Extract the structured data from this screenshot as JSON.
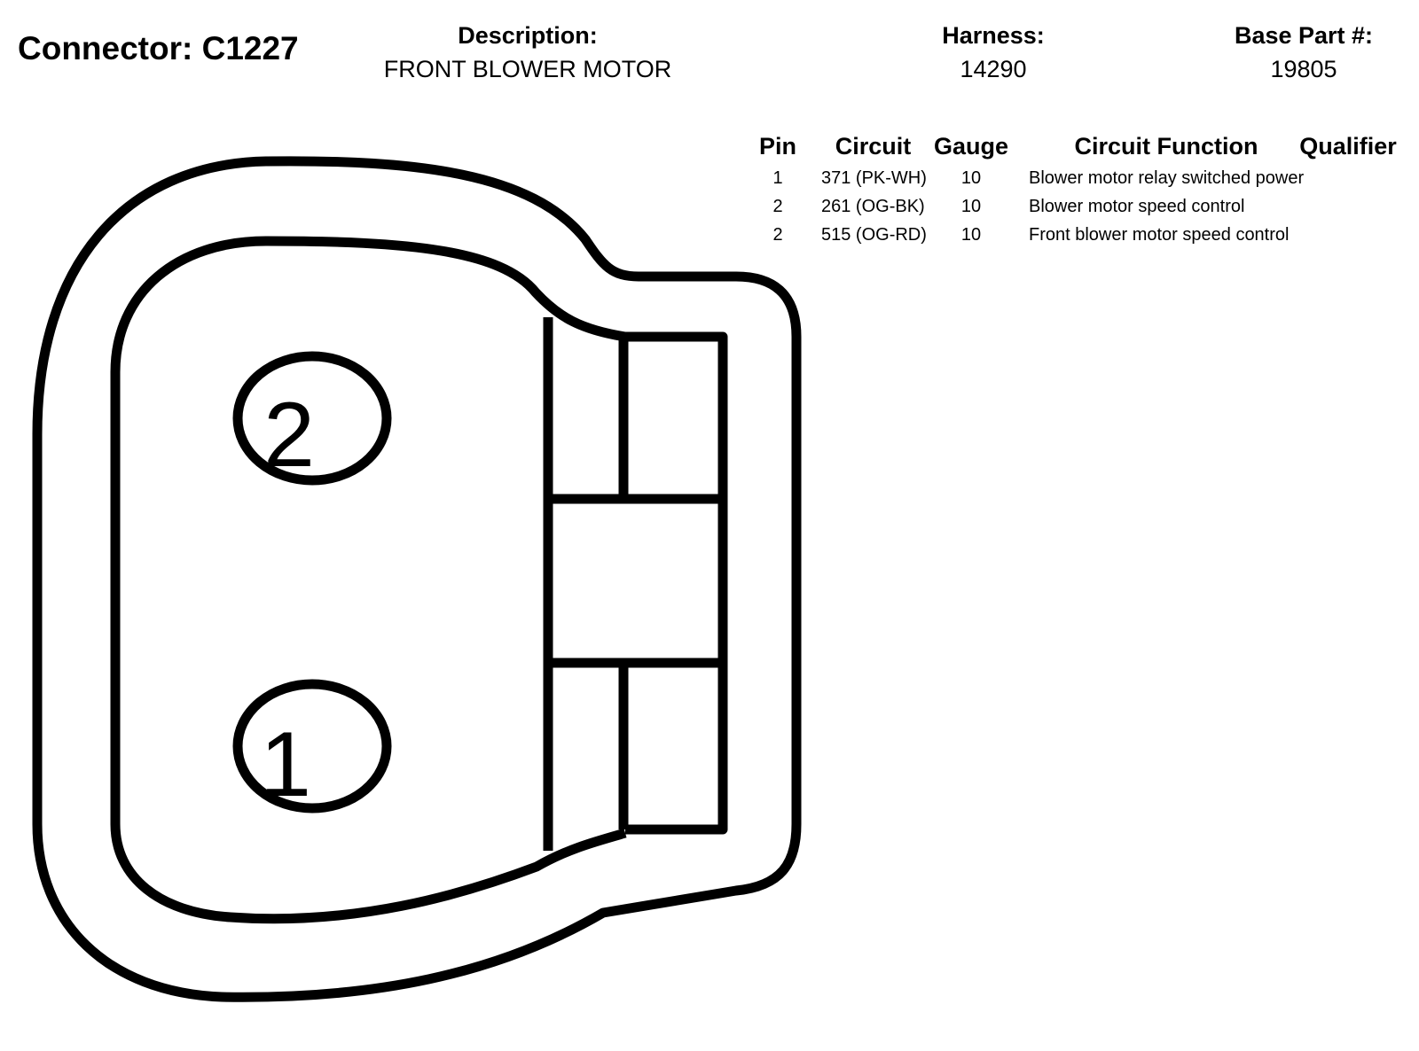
{
  "header": {
    "connector_title": "Connector: C1227",
    "description_label": "Description:",
    "description_value": "FRONT BLOWER MOTOR",
    "harness_label": "Harness:",
    "harness_value": "14290",
    "base_part_label": "Base Part #:",
    "base_part_value": "19805"
  },
  "table": {
    "headers": {
      "pin": "Pin",
      "circuit": "Circuit",
      "gauge": "Gauge",
      "function": "Circuit Function",
      "qualifier": "Qualifier"
    },
    "rows": [
      {
        "pin": "1",
        "circuit": "371 (PK-WH)",
        "gauge": "10",
        "function": "Blower motor relay switched power",
        "qualifier": ""
      },
      {
        "pin": "2",
        "circuit": "261 (OG-BK)",
        "gauge": "10",
        "function": "Blower motor speed control",
        "qualifier": ""
      },
      {
        "pin": "2",
        "circuit": "515 (OG-RD)",
        "gauge": "10",
        "function": "Front blower motor speed control",
        "qualifier": ""
      }
    ]
  },
  "diagram": {
    "pin_top": "2",
    "pin_bottom": "1"
  }
}
